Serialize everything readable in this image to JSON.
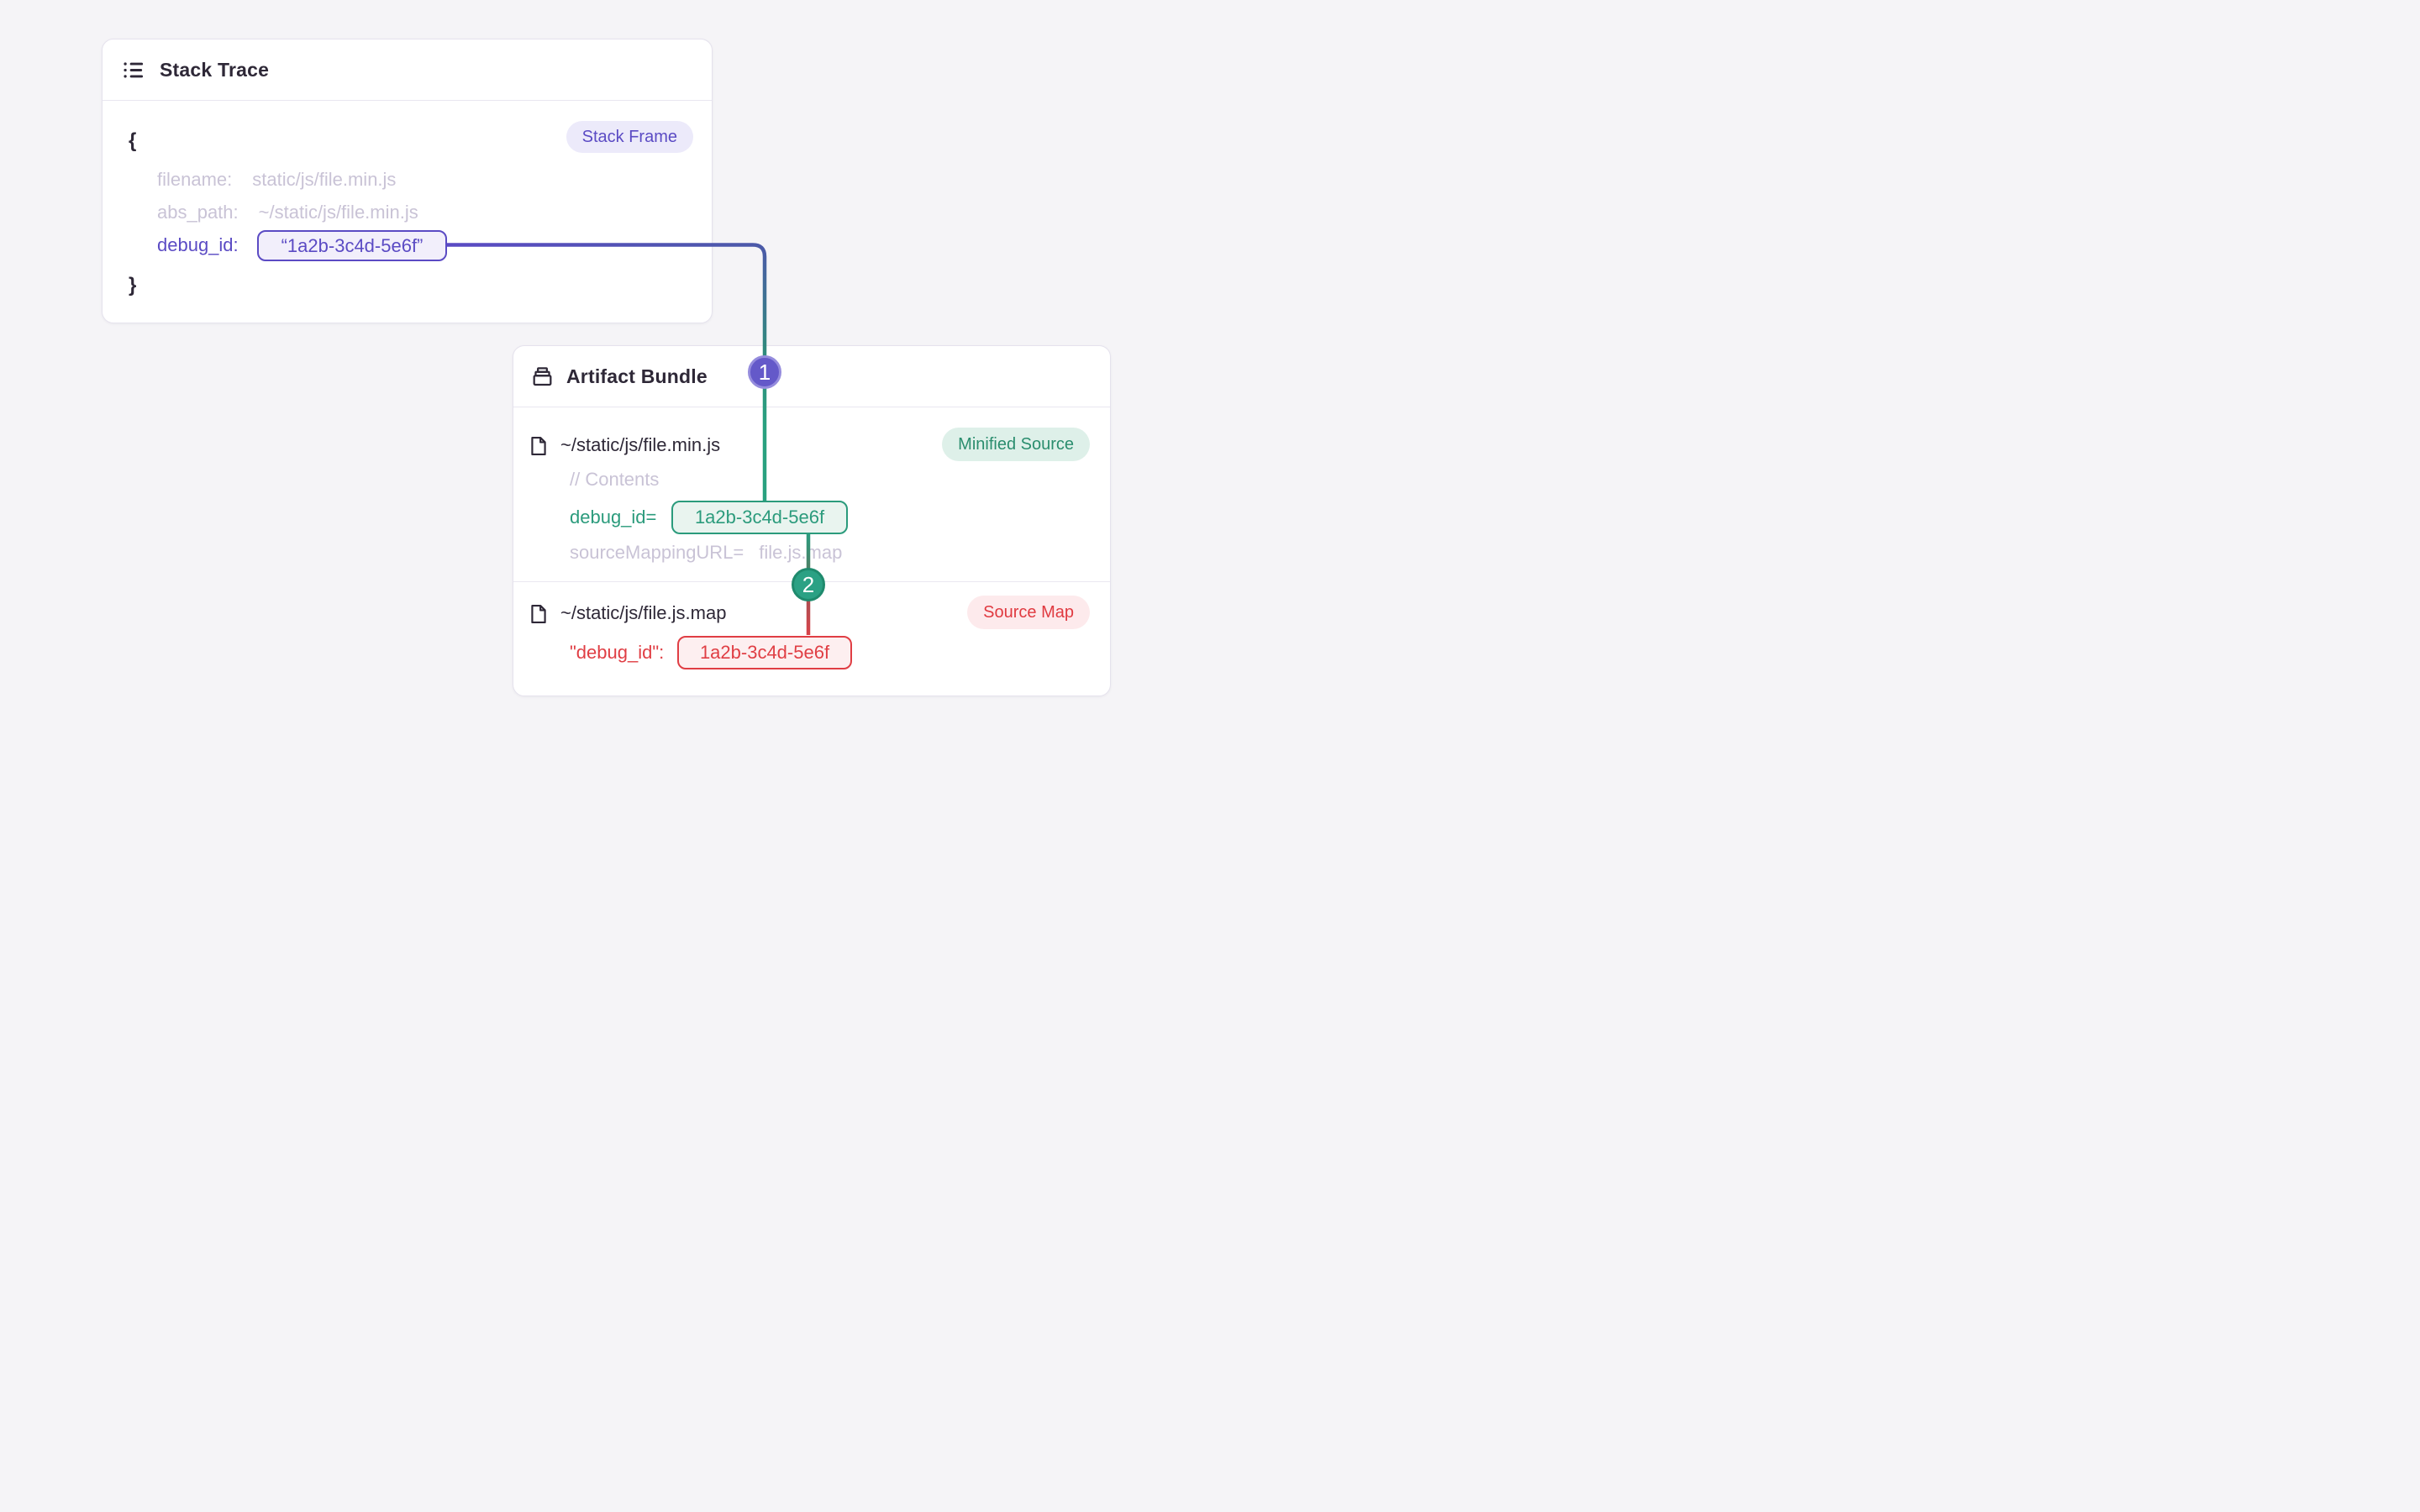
{
  "page": {
    "background": "#f5f4f7"
  },
  "colors": {
    "purple_accent": "#5b4bc4",
    "indigo_mid": "#4c59a9",
    "green_accent": "#2aa17f",
    "red_accent": "#e03e44",
    "dark_text": "#2e2837",
    "muted_text": "#c9c3d6",
    "card_border": "#e5e2ed"
  },
  "stack_trace": {
    "title": "Stack Trace",
    "badge": "Stack Frame",
    "brace_open": "{",
    "brace_close": "}",
    "fields": [
      {
        "key": "filename:",
        "value": "static/js/file.min.js"
      },
      {
        "key": "abs_path:",
        "value": "~/static/js/file.min.js"
      },
      {
        "key": "debug_id:",
        "value": "“1a2b-3c4d-5e6f”"
      }
    ]
  },
  "artifact_bundle": {
    "title": "Artifact Bundle",
    "files": [
      {
        "name": "~/static/js/file.min.js",
        "badge": "Minified Source",
        "comment": "// Contents",
        "debug_key": "debug_id=",
        "debug_value": "1a2b-3c4d-5e6f",
        "mapping_key": "sourceMappingURL=",
        "mapping_value": "file.js.map"
      },
      {
        "name": "~/static/js/file.js.map",
        "badge": "Source Map",
        "debug_key": "\"debug_id\":",
        "debug_value": "1a2b-3c4d-5e6f"
      }
    ]
  },
  "markers": {
    "one": "1",
    "two": "2"
  }
}
